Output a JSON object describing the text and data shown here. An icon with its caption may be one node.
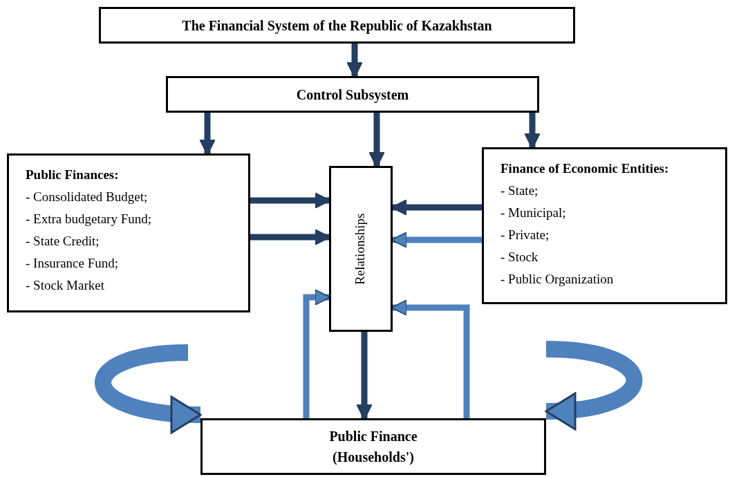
{
  "diagram": {
    "nodes": [
      {
        "text": [
          "The Financial System of the Republic of Kazakhstan"
        ]
      },
      {
        "text": [
          "Control Subsystem"
        ]
      },
      {
        "text": [
          "Public Finances:",
          "- Consolidated Budget;",
          "- Extra budgetary Fund;",
          "- State Credit;",
          "- Insurance Fund;",
          "- Stock Market"
        ]
      },
      {
        "text": [
          "Relationships"
        ]
      },
      {
        "text": [
          "Finance of Economic Entities:",
          "- State;",
          "- Municipal;",
          "- Private;",
          "- Stock",
          "- Public Organization"
        ]
      },
      {
        "text": [
          "Public Finance (Households')"
        ]
      }
    ],
    "edges": [
      {
        "from": 0,
        "to": 1,
        "arrow": "to"
      },
      {
        "from": 1,
        "to": 2,
        "arrow": "to"
      },
      {
        "from": 1,
        "to": 3,
        "arrow": "to"
      },
      {
        "from": 1,
        "to": 4,
        "arrow": "to"
      },
      {
        "from": 2,
        "to": 3,
        "arrow": "to"
      },
      {
        "from": 2,
        "to": 3,
        "arrow": "to"
      },
      {
        "from": 4,
        "to": 3,
        "arrow": "to"
      },
      {
        "from": 4,
        "to": 3,
        "arrow": "to",
        "color": "#4f81bd"
      },
      {
        "from": 5,
        "to": 3,
        "arrow": "to",
        "color": "#4f81bd"
      },
      {
        "from": 5,
        "to": 3,
        "arrow": "to",
        "color": "#4f81bd"
      },
      {
        "from": 3,
        "to": 5,
        "arrow": "to"
      },
      {
        "from": null,
        "to": 5,
        "arrow": "to",
        "style": "thick",
        "color": "#4f81bd"
      },
      {
        "from": null,
        "to": 5,
        "arrow": "to",
        "style": "thick",
        "color": "#4f81bd"
      }
    ]
  }
}
